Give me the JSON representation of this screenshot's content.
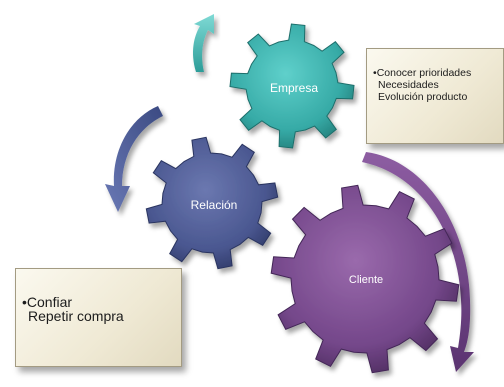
{
  "gears": {
    "empresa": {
      "label": "Empresa",
      "color": "#3fb5b0"
    },
    "relacion": {
      "label": "Relación",
      "color": "#4f5d93"
    },
    "cliente": {
      "label": "Cliente",
      "color": "#7b4f8c"
    }
  },
  "notes": {
    "empresa": {
      "bullet": "•",
      "lines": [
        "Conocer prioridades",
        "Necesidades",
        "Evolución producto"
      ]
    },
    "relacion": {
      "bullet": "•",
      "lines": [
        "Confiar",
        "Repetir compra"
      ]
    }
  }
}
